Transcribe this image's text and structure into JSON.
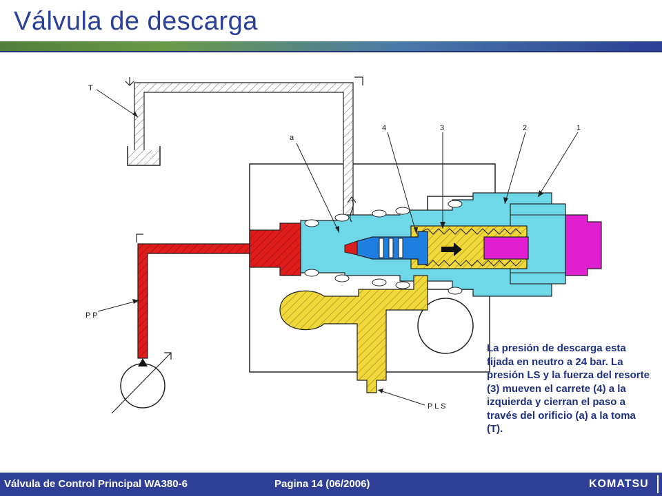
{
  "slide": {
    "title": "Válvula de descarga",
    "description": "La presión de descarga esta fijada en neutro a 24 bar. La presión LS y la fuerza del resorte (3) mueven el carrete (4) a la izquierda y cierran el paso a través del orificio (a) a la toma (T)."
  },
  "diagram": {
    "labels": {
      "tank": "T",
      "orifice": "a",
      "spool": "4",
      "spring": "3",
      "part2": "2",
      "part1": "1",
      "pump_pressure": "P P",
      "ls_pressure": "P L S"
    }
  },
  "footer": {
    "left": "Válvula de Control Principal WA380-6",
    "page": "Pagina 14 (06/2006)",
    "logo": "KOMATSU"
  },
  "colors": {
    "title": "#2a3f9a",
    "pump_line": "#dd1c1c",
    "spool_blue": "#1f7fe0",
    "body_cyan": "#6fd8e8",
    "spring_yellow": "#f0d83a",
    "plug_magenta": "#e020d0",
    "footer_bg": "#2f3f98"
  }
}
